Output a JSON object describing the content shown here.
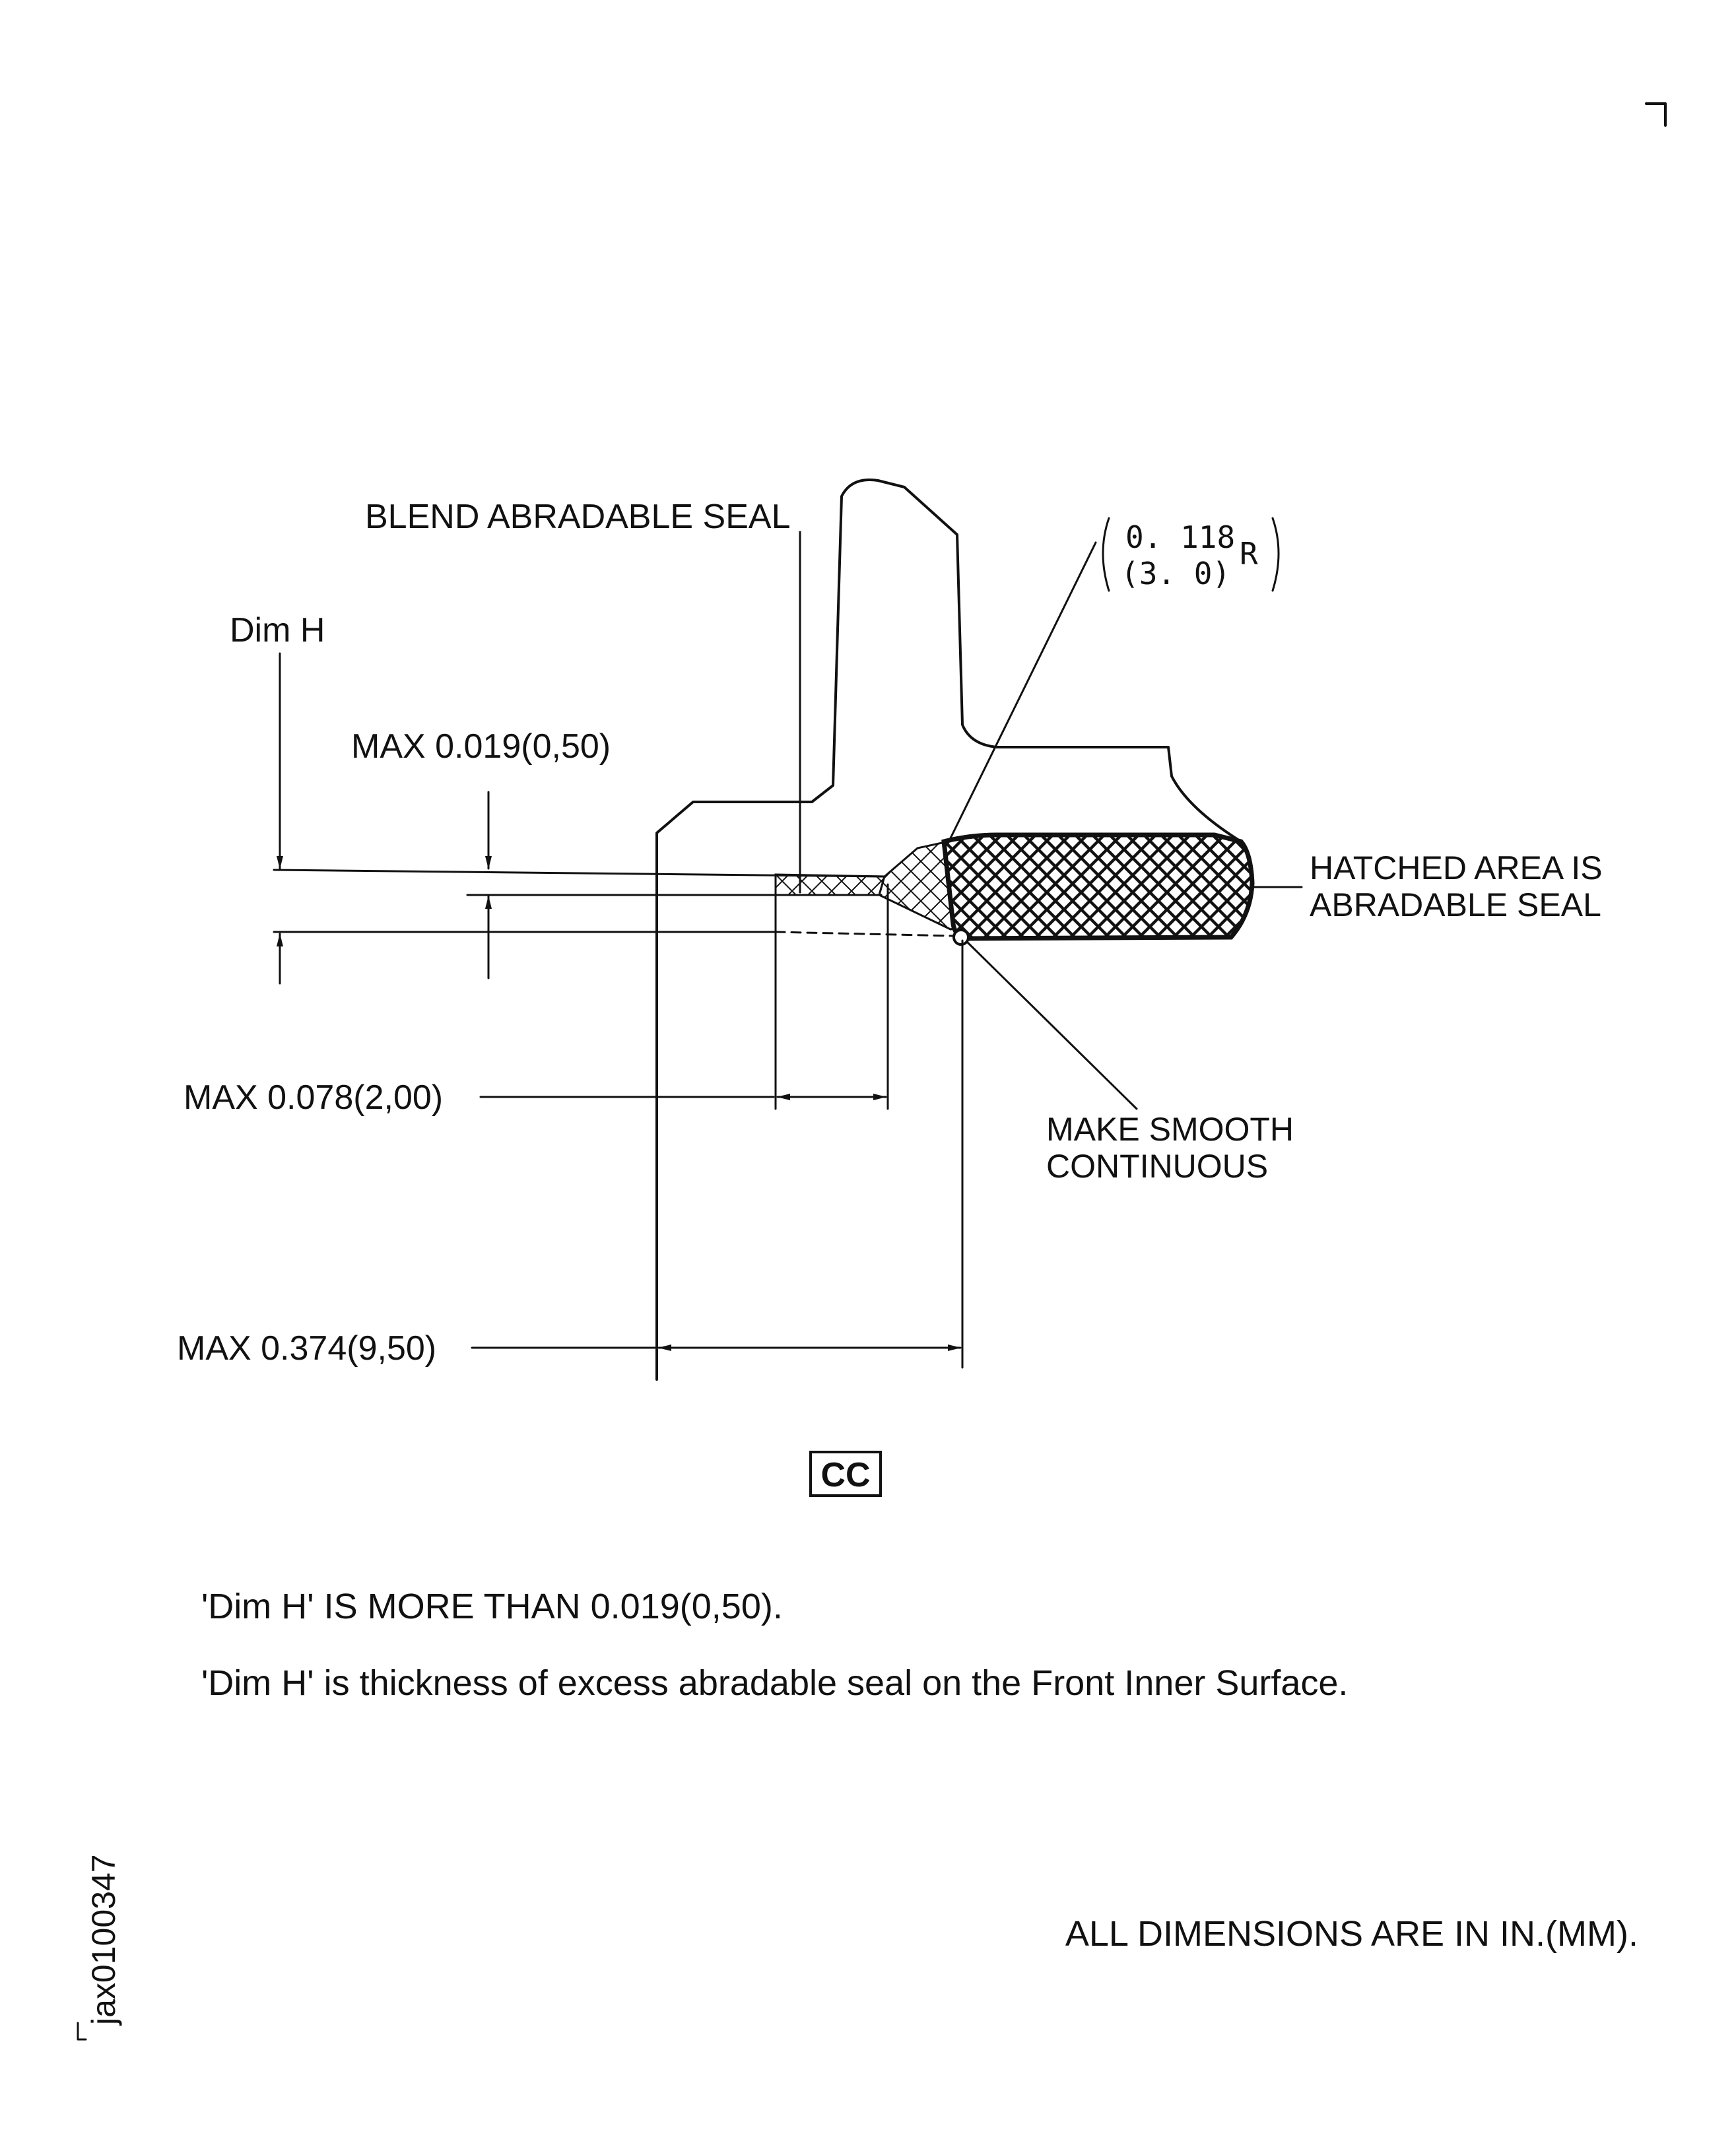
{
  "labels": {
    "blend_seal": "BLEND ABRADABLE SEAL",
    "dim_h": "Dim  H",
    "max_019": "MAX 0.019(0,50)",
    "radius_in": "0. 118",
    "radius_mm": "(3. 0)",
    "radius_r": "R",
    "hatched_line1": "HATCHED  AREA  IS",
    "hatched_line2": "ABRADABLE  SEAL",
    "max_078": "MAX  0.078(2,00)",
    "make_smooth_line1": "MAKE  SMOOTH",
    "make_smooth_line2": "CONTINUOUS",
    "max_374": "MAX  0.374(9,50)",
    "view_id": "CC"
  },
  "notes": {
    "note1": "'Dim H' IS MORE THAN 0.019(0,50).",
    "note2": "'Dim H' is thickness of excess abradable seal on the Front Inner Surface.",
    "units": "ALL DIMENSIONS ARE IN IN.(MM).",
    "figure_id": "jax0100347"
  },
  "colors": {
    "ink": "#111111",
    "paper": "#ffffff"
  }
}
